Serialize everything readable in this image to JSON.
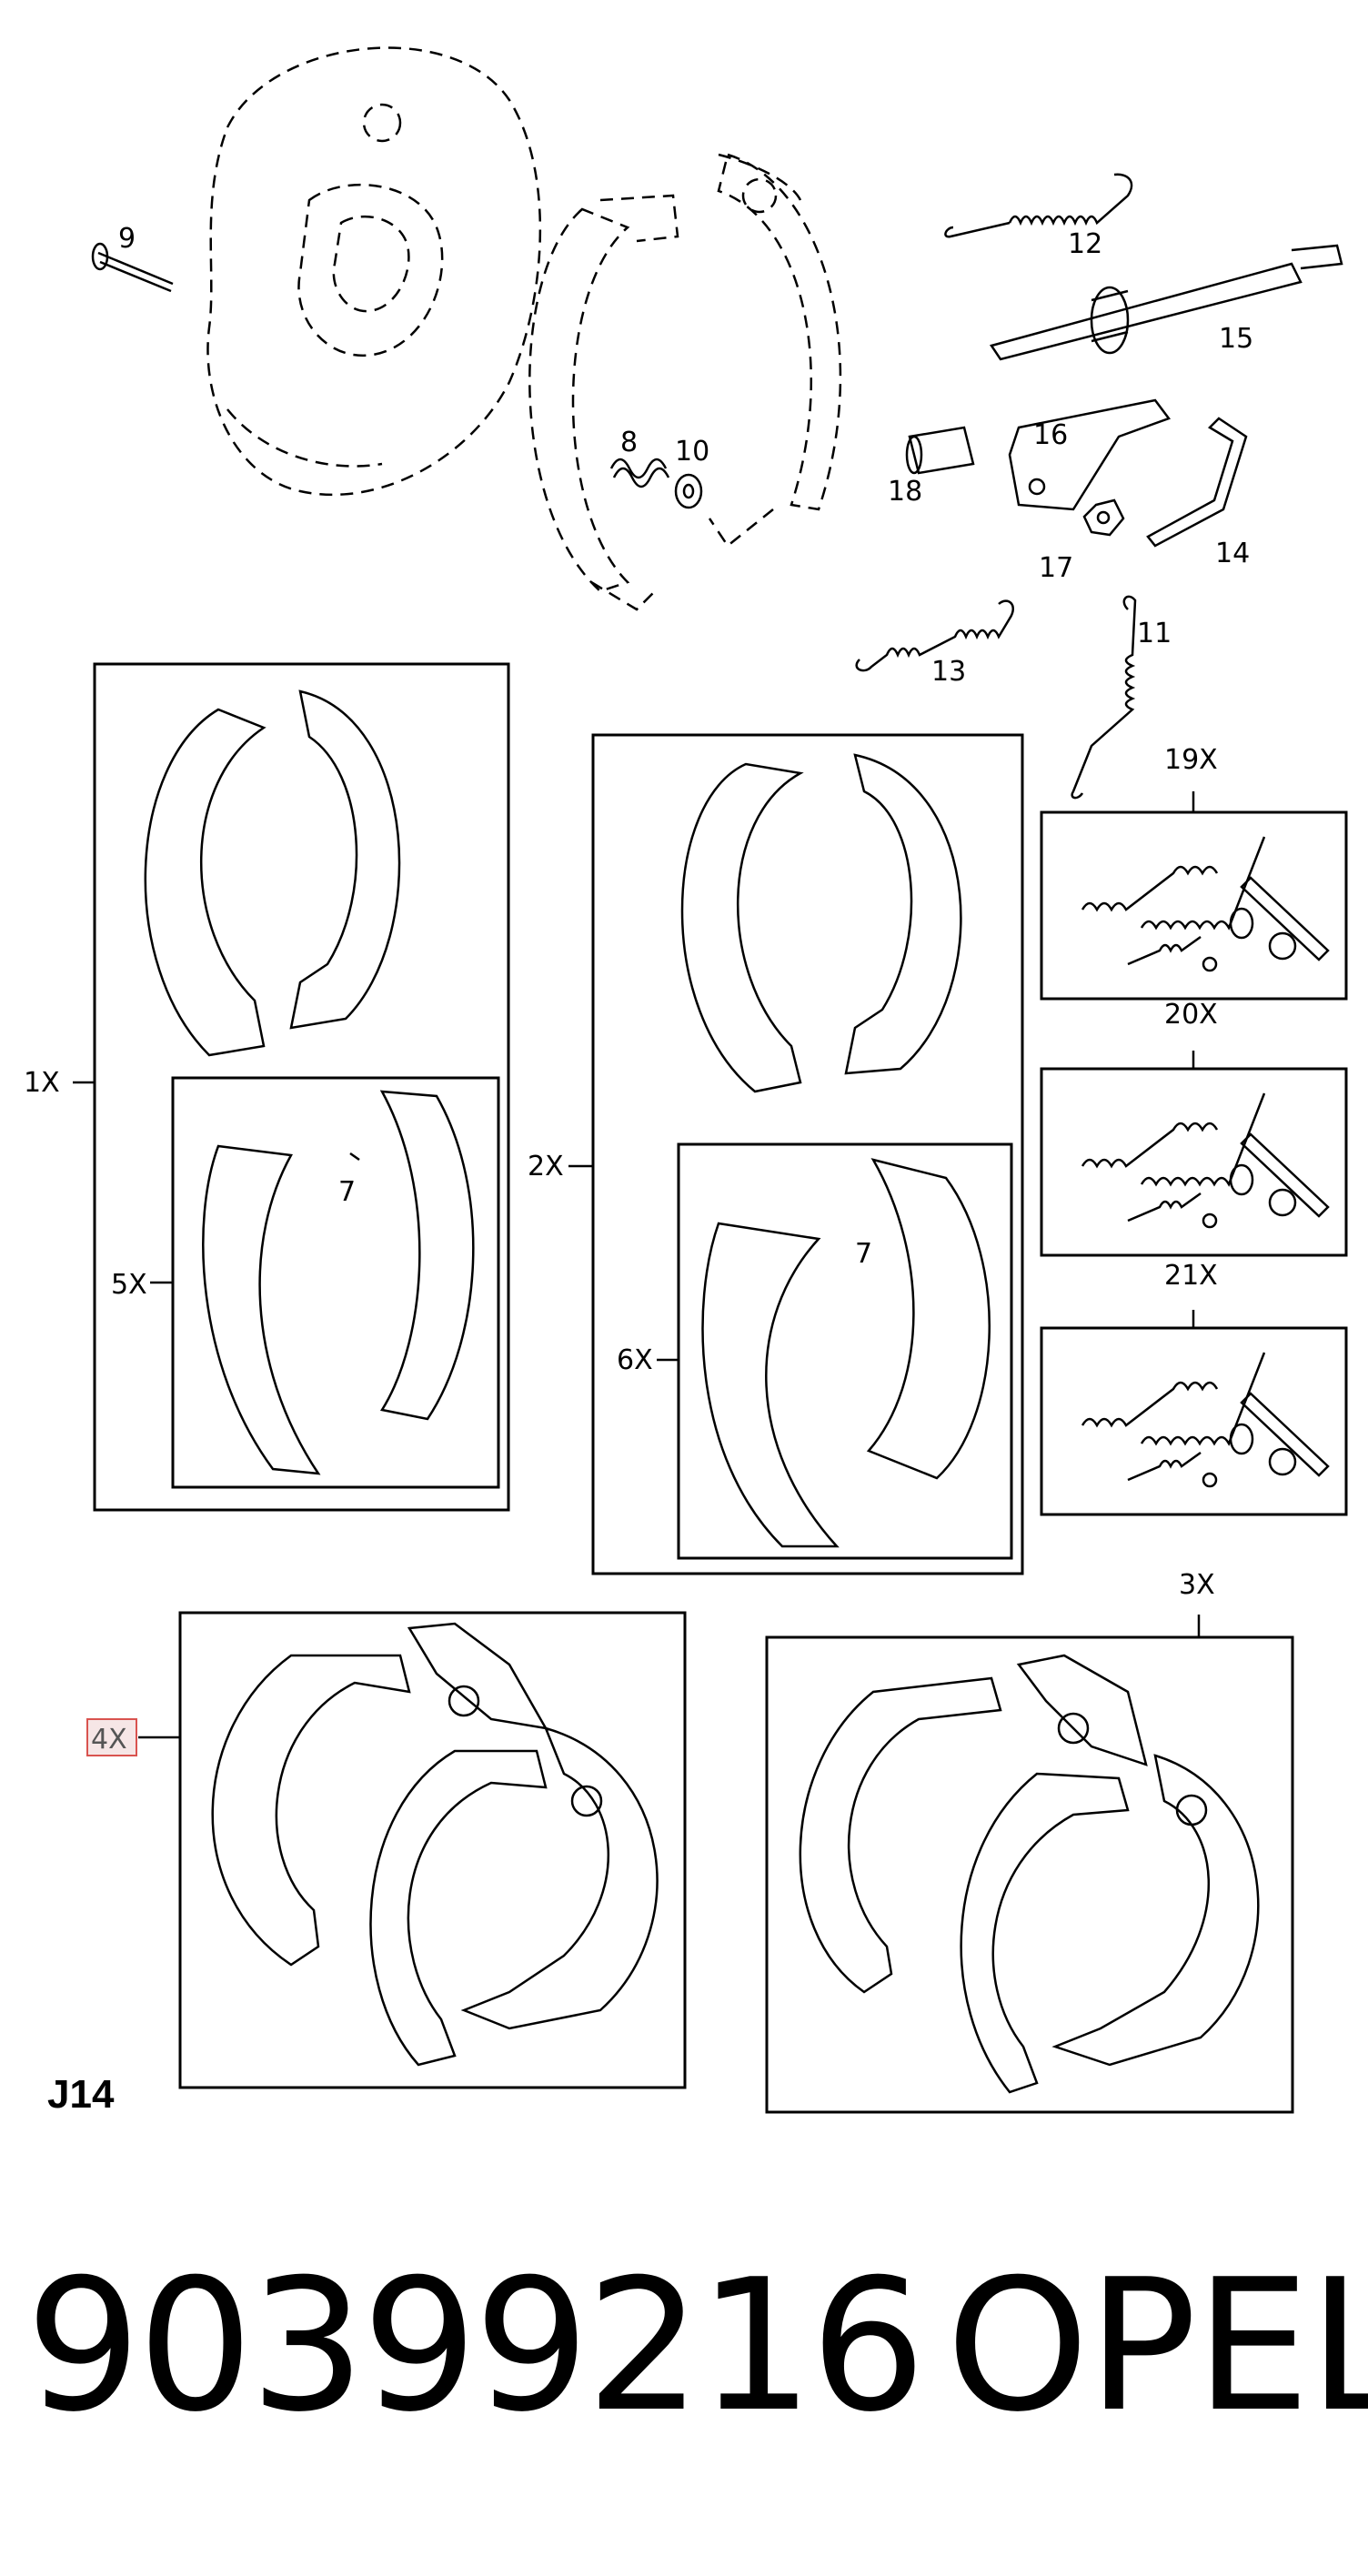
{
  "callouts": {
    "c9": "9",
    "c8": "8",
    "c10": "10",
    "c12": "12",
    "c15": "15",
    "c16": "16",
    "c18": "18",
    "c17": "17",
    "c14": "14",
    "c13": "13",
    "c11": "11",
    "c19x": "19X",
    "c20x": "20X",
    "c21x": "21X",
    "c1x": "1X",
    "c5x": "5X",
    "c7a": "7",
    "c2x": "2X",
    "c6x": "6X",
    "c7b": "7",
    "c4x": "4X",
    "c3x": "3X"
  },
  "highlighted_callout": "4X",
  "diagram_code": "J14",
  "part_number": "90399216",
  "brand": "OPEL",
  "colors": {
    "highlight_border": "#d9534f",
    "highlight_fill": "#f6e6e6"
  }
}
